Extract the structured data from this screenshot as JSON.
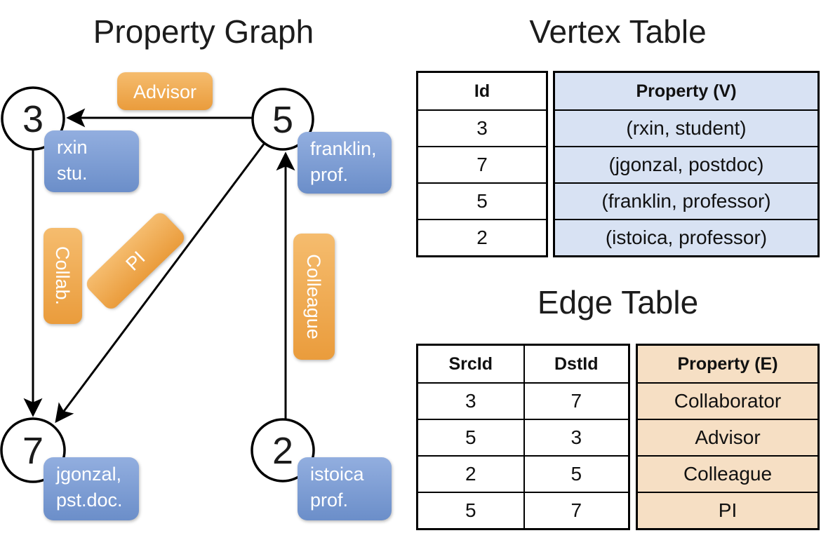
{
  "panel_graph": {
    "title": "Property Graph",
    "nodes": [
      {
        "id": "3",
        "label_line1": "rxin",
        "label_line2": "stu."
      },
      {
        "id": "5",
        "label_line1": "franklin,",
        "label_line2": "prof."
      },
      {
        "id": "7",
        "label_line1": "jgonzal,",
        "label_line2": "pst.doc."
      },
      {
        "id": "2",
        "label_line1": "istoica",
        "label_line2": "prof."
      }
    ],
    "edge_labels": {
      "advisor": "Advisor",
      "collab": "Collab.",
      "pi": "PI",
      "colleague": "Colleague"
    }
  },
  "vertex_table": {
    "title": "Vertex Table",
    "headers": {
      "id": "Id",
      "property": "Property (V)"
    },
    "rows": [
      {
        "id": "3",
        "property": "(rxin, student)"
      },
      {
        "id": "7",
        "property": "(jgonzal, postdoc)"
      },
      {
        "id": "5",
        "property": "(franklin, professor)"
      },
      {
        "id": "2",
        "property": "(istoica, professor)"
      }
    ]
  },
  "edge_table": {
    "title": "Edge Table",
    "headers": {
      "src": "SrcId",
      "dst": "DstId",
      "property": "Property (E)"
    },
    "rows": [
      {
        "src": "3",
        "dst": "7",
        "property": "Collaborator"
      },
      {
        "src": "5",
        "dst": "3",
        "property": "Advisor"
      },
      {
        "src": "2",
        "dst": "5",
        "property": "Colleague"
      },
      {
        "src": "5",
        "dst": "7",
        "property": "PI"
      }
    ]
  },
  "colors": {
    "vertex_property_bg": "#D8E2F3",
    "edge_property_bg": "#F6DFC4",
    "orange_box_top": "#F5BC6E",
    "orange_box_bottom": "#EA9C3C",
    "blue_box_top": "#92AEDF",
    "blue_box_bottom": "#6B8EC9"
  }
}
